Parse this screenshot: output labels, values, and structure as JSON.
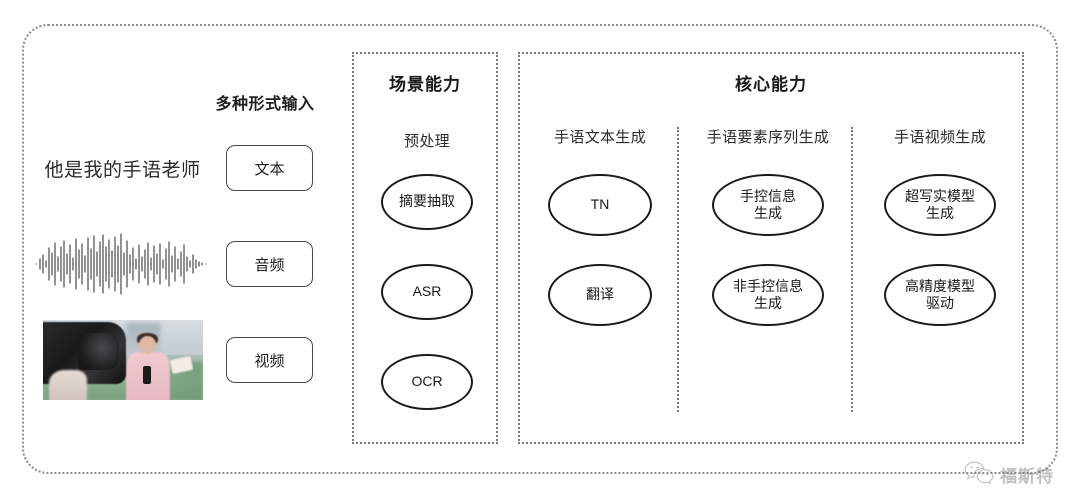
{
  "diagram": {
    "input_panel": {
      "title": "多种形式输入",
      "rows": [
        {
          "media": "text-sample",
          "sample_text": "他是我的手语老师",
          "button_label": "文本"
        },
        {
          "media": "audio-waveform",
          "sample_text": "",
          "button_label": "音频"
        },
        {
          "media": "video-thumbnail",
          "sample_text": "",
          "button_label": "视频"
        }
      ]
    },
    "scene_section": {
      "title": "场景能力",
      "groups": [
        {
          "label": "预处理",
          "nodes": [
            "摘要抽取",
            "ASR",
            "OCR"
          ]
        }
      ]
    },
    "core_section": {
      "title": "核心能力",
      "groups": [
        {
          "label": "手语文本生成",
          "nodes": [
            "TN",
            "翻译"
          ]
        },
        {
          "label": "手语要素序列生成",
          "nodes": [
            "手控信息\n生成",
            "非手控信息\n生成"
          ]
        },
        {
          "label": "手语视频生成",
          "nodes": [
            "超写实模型\n生成",
            "高精度模型\n驱动"
          ]
        }
      ]
    },
    "watermark": {
      "icon": "wechat-icon",
      "text": "福斯特"
    },
    "colors": {
      "border": "#7a7a7a",
      "node_stroke": "#1a1a1a",
      "text": "#1f1f1f",
      "background": "#ffffff"
    }
  }
}
